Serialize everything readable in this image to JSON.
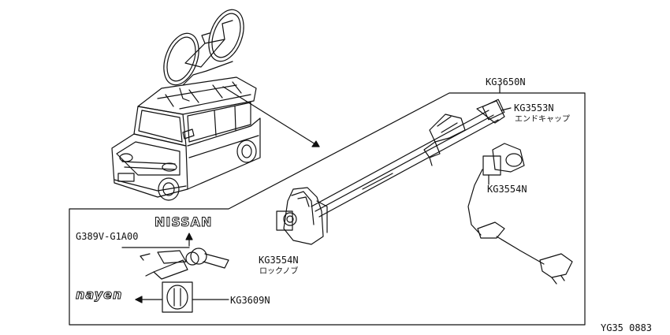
{
  "labels": {
    "kg3650n": "KG3650N",
    "kg3553n": "KG3553N",
    "kg3553n_sub": "エンドキャップ",
    "kg3554n_right": "KG3554N",
    "kg3554n_left": "KG3554N",
    "kg3554n_left_sub": "ロックノブ",
    "g389v": "G389V-G1A00",
    "kg3609n": "KG3609N",
    "code": "YG35 0883"
  },
  "logos": {
    "nissan": "NISSAN",
    "nayen": "nayen"
  }
}
